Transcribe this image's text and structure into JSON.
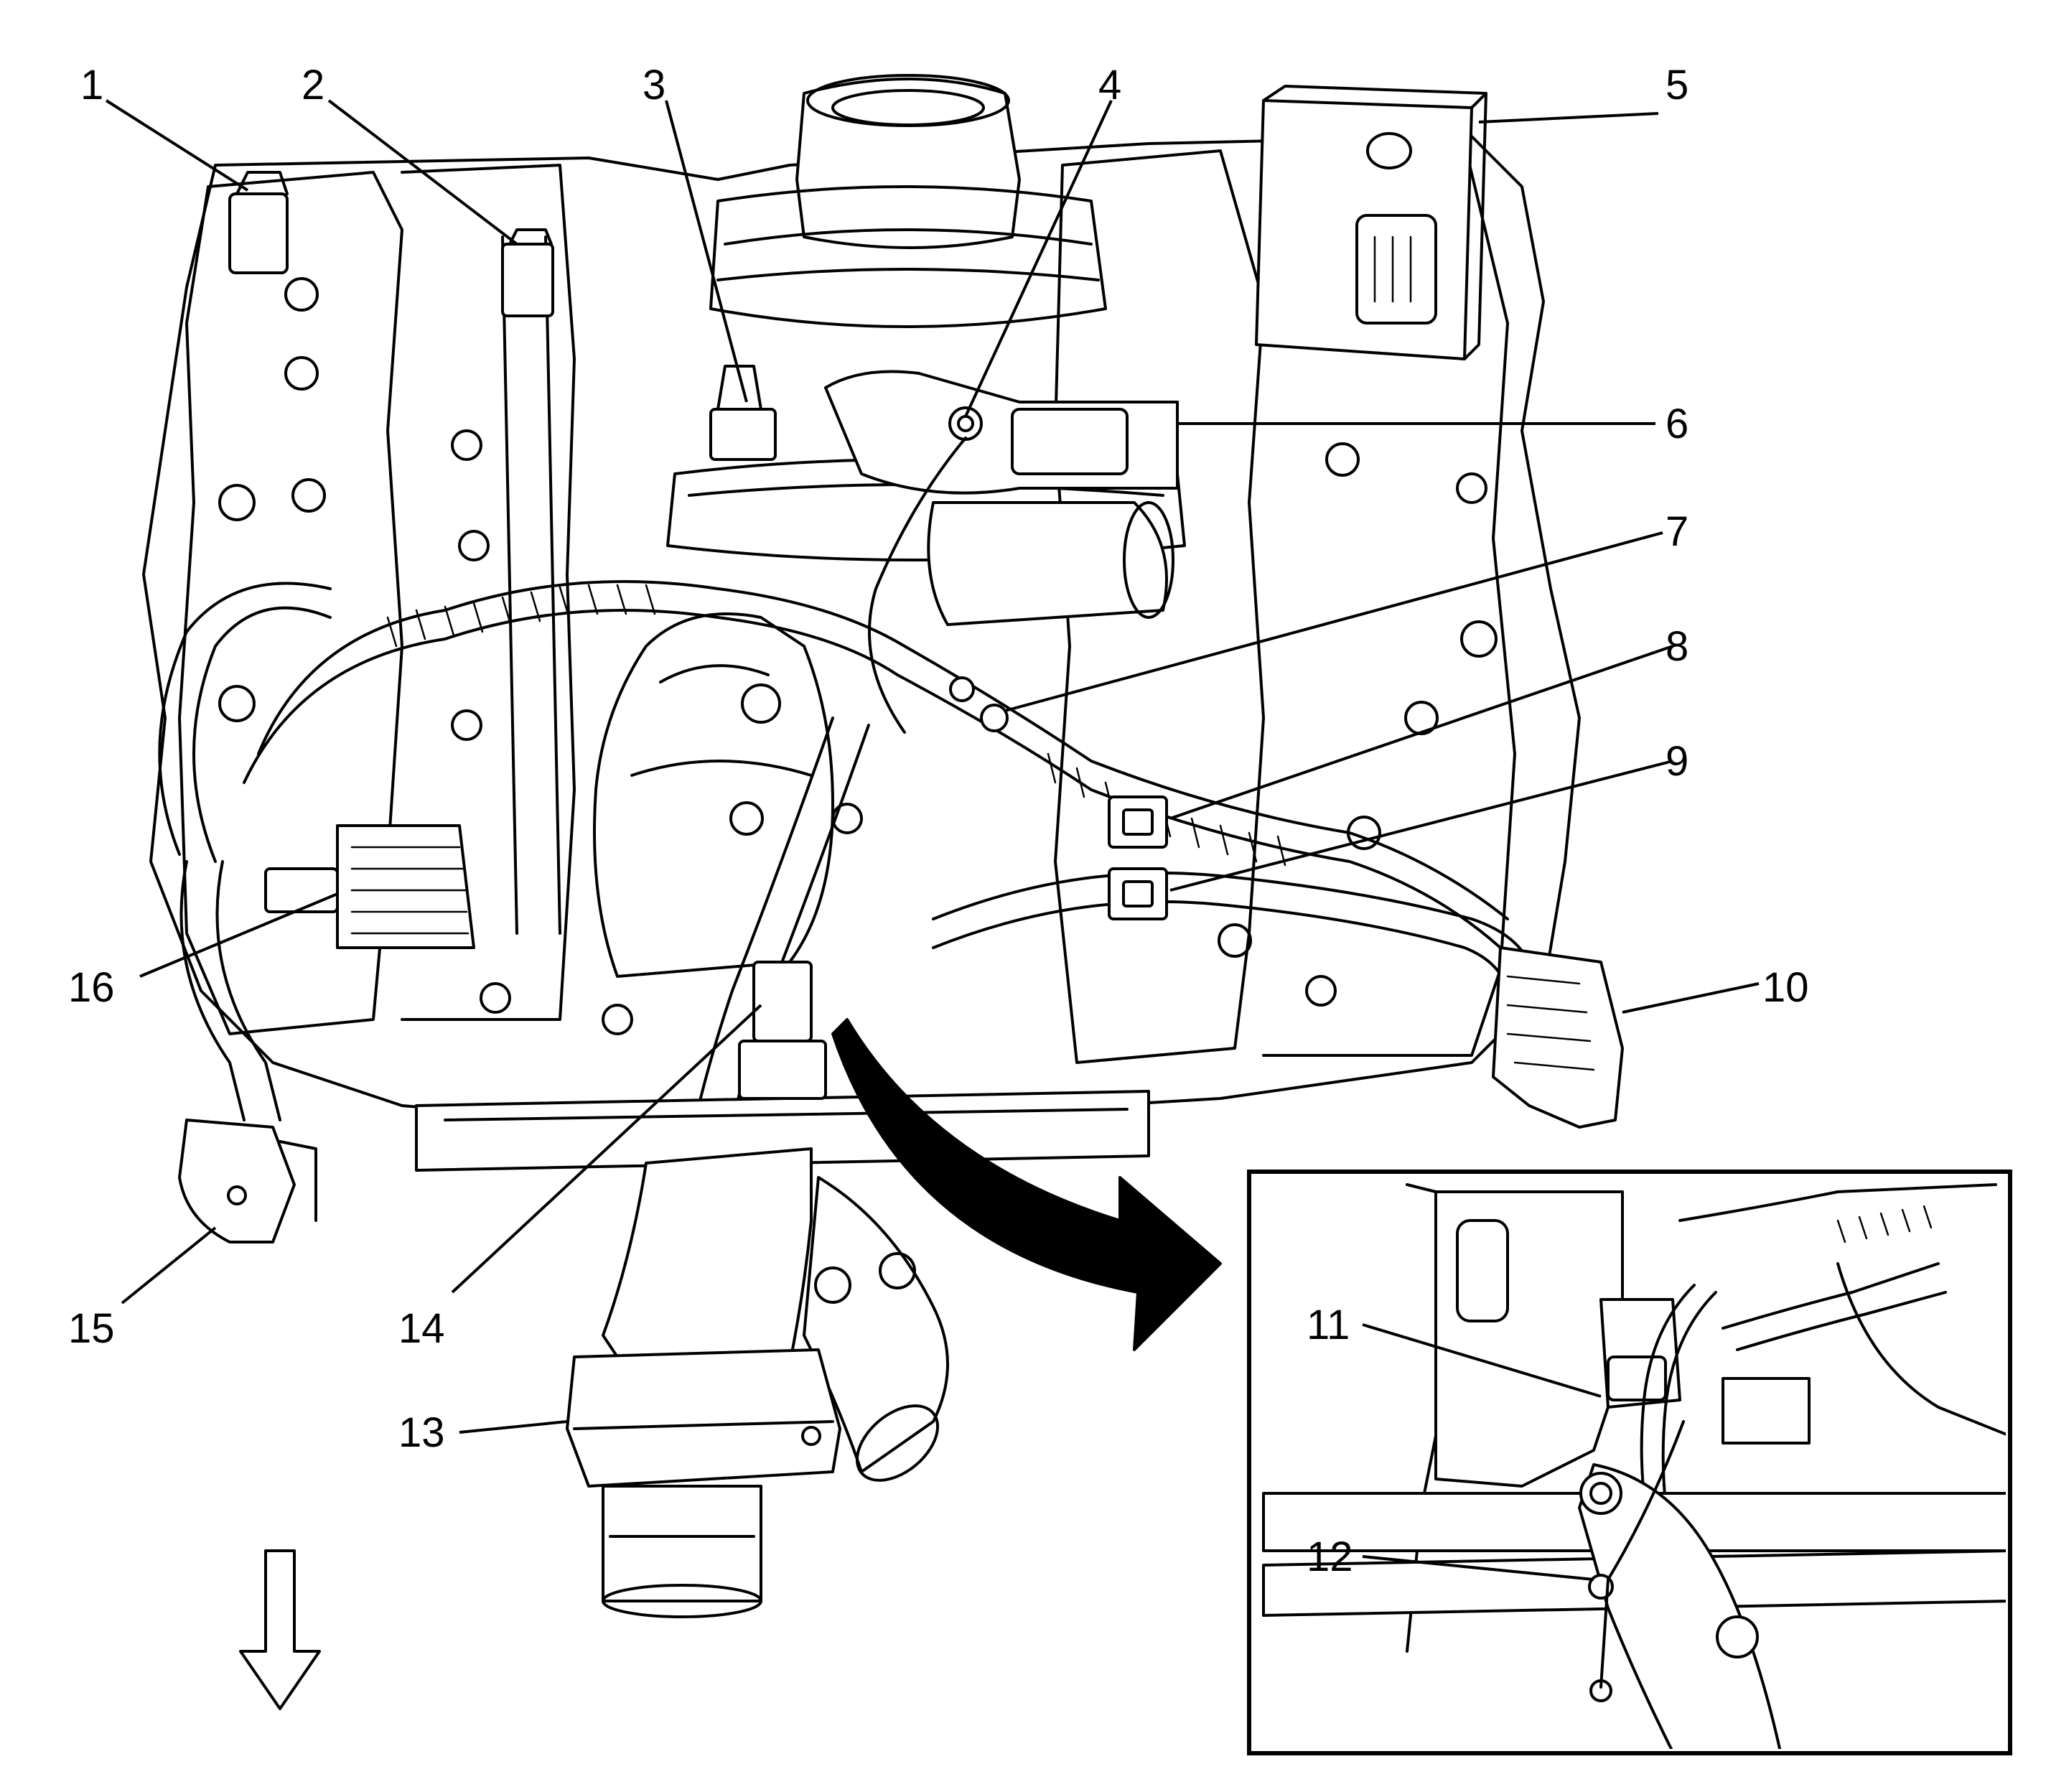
{
  "callouts": [
    {
      "id": "1",
      "label": "1"
    },
    {
      "id": "2",
      "label": "2"
    },
    {
      "id": "3",
      "label": "3"
    },
    {
      "id": "4",
      "label": "4"
    },
    {
      "id": "5",
      "label": "5"
    },
    {
      "id": "6",
      "label": "6"
    },
    {
      "id": "7",
      "label": "7"
    },
    {
      "id": "8",
      "label": "8"
    },
    {
      "id": "9",
      "label": "9"
    },
    {
      "id": "10",
      "label": "10"
    },
    {
      "id": "11",
      "label": "11"
    },
    {
      "id": "12",
      "label": "12"
    },
    {
      "id": "13",
      "label": "13"
    },
    {
      "id": "14",
      "label": "14"
    },
    {
      "id": "15",
      "label": "15"
    },
    {
      "id": "16",
      "label": "16"
    }
  ],
  "icons": {
    "front_arrow": "down-arrow-icon",
    "inset_pointer": "curved-arrow-icon"
  },
  "colors": {
    "ink": "#000000",
    "paper": "#ffffff"
  }
}
